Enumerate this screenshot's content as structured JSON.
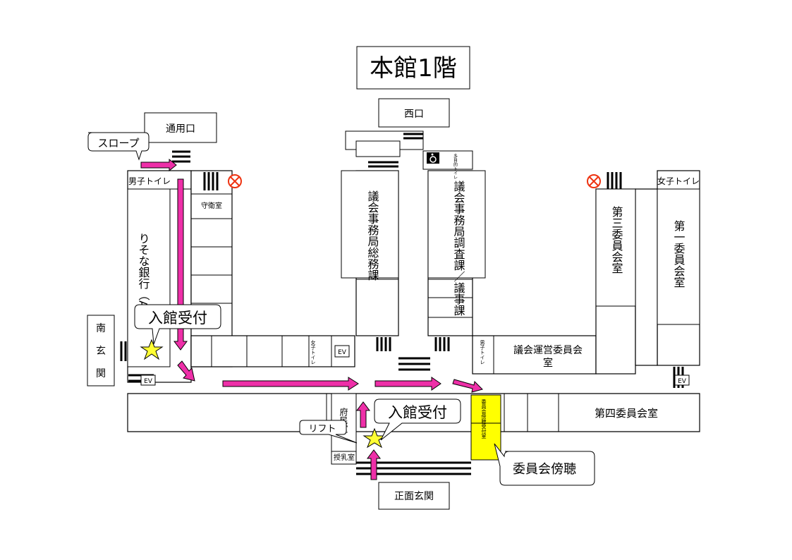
{
  "title": "本館1階",
  "entrances": {
    "west": "西口",
    "service": "通用口",
    "south": "南玄関",
    "main": "正面玄関"
  },
  "callouts": {
    "slope": "スロープ",
    "reception_left": "入館受付",
    "reception_center": "入館受付",
    "lift": "リフト",
    "committee_hearing": "委員会傍聴"
  },
  "rooms": {
    "mens_toilet_left": "男子トイレ",
    "womens_toilet_right": "女子トイレ",
    "guard_room": "守衛室",
    "atm": "りそな銀行（ATM）",
    "secretariat_general": "議会事務局総務課",
    "secretariat_research": "議会事務局調査課／議事課",
    "committee_3": "第三委員会室",
    "committee_1": "第一委員会室",
    "committee_4": "第四委員会室",
    "council_ops": "議会運営委員会室",
    "citizen_room": "府民室",
    "nursing_room": "授乳室",
    "hearing_reception": "委員会傍聴受付室",
    "womens_toilet_small": "女子トイレ",
    "mens_toilet_small": "男子トイレ",
    "ev": "EV",
    "accessible_toilet": "多目的トイレ"
  },
  "icons": [
    "wheelchair-icon",
    "no-entry-icon",
    "star-marker-icon",
    "arrow-icon"
  ],
  "colors": {
    "arrow": "#ee2fa8",
    "star": "#ffff33",
    "highlight": "#ffff00"
  }
}
